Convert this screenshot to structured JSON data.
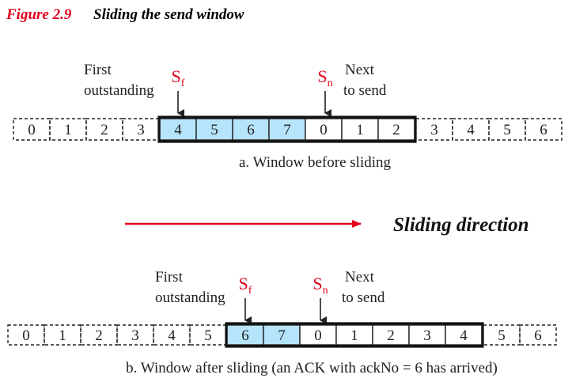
{
  "figure": {
    "number": "Figure 2.9",
    "title": "Sliding the send window"
  },
  "colors": {
    "accent_red": "#e0001b",
    "outstanding_fill": "#b5e4fb",
    "text": "#222222"
  },
  "diagram_a": {
    "first_label": [
      "First",
      "outstanding"
    ],
    "next_label": [
      "Next",
      "to send"
    ],
    "sf": {
      "base": "S",
      "sub": "f"
    },
    "sn": {
      "base": "S",
      "sub": "n"
    },
    "cells_before": [
      "0",
      "1",
      "2",
      "3"
    ],
    "window_outstanding": [
      "4",
      "5",
      "6",
      "7"
    ],
    "window_sendable": [
      "0",
      "1",
      "2"
    ],
    "cells_after": [
      "3",
      "4",
      "5",
      "6"
    ],
    "caption": "a. Window before sliding"
  },
  "direction": {
    "label": "Sliding direction"
  },
  "diagram_b": {
    "first_label": [
      "First",
      "outstanding"
    ],
    "next_label": [
      "Next",
      "to send"
    ],
    "sf": {
      "base": "S",
      "sub": "f"
    },
    "sn": {
      "base": "S",
      "sub": "n"
    },
    "cells_before": [
      "0",
      "1",
      "2",
      "3",
      "4",
      "5"
    ],
    "window_outstanding": [
      "6",
      "7"
    ],
    "window_sendable": [
      "0",
      "1",
      "2",
      "3",
      "4"
    ],
    "cells_after": [
      "5",
      "6"
    ],
    "caption": "b. Window after sliding (an ACK with ackNo = 6 has arrived)"
  }
}
